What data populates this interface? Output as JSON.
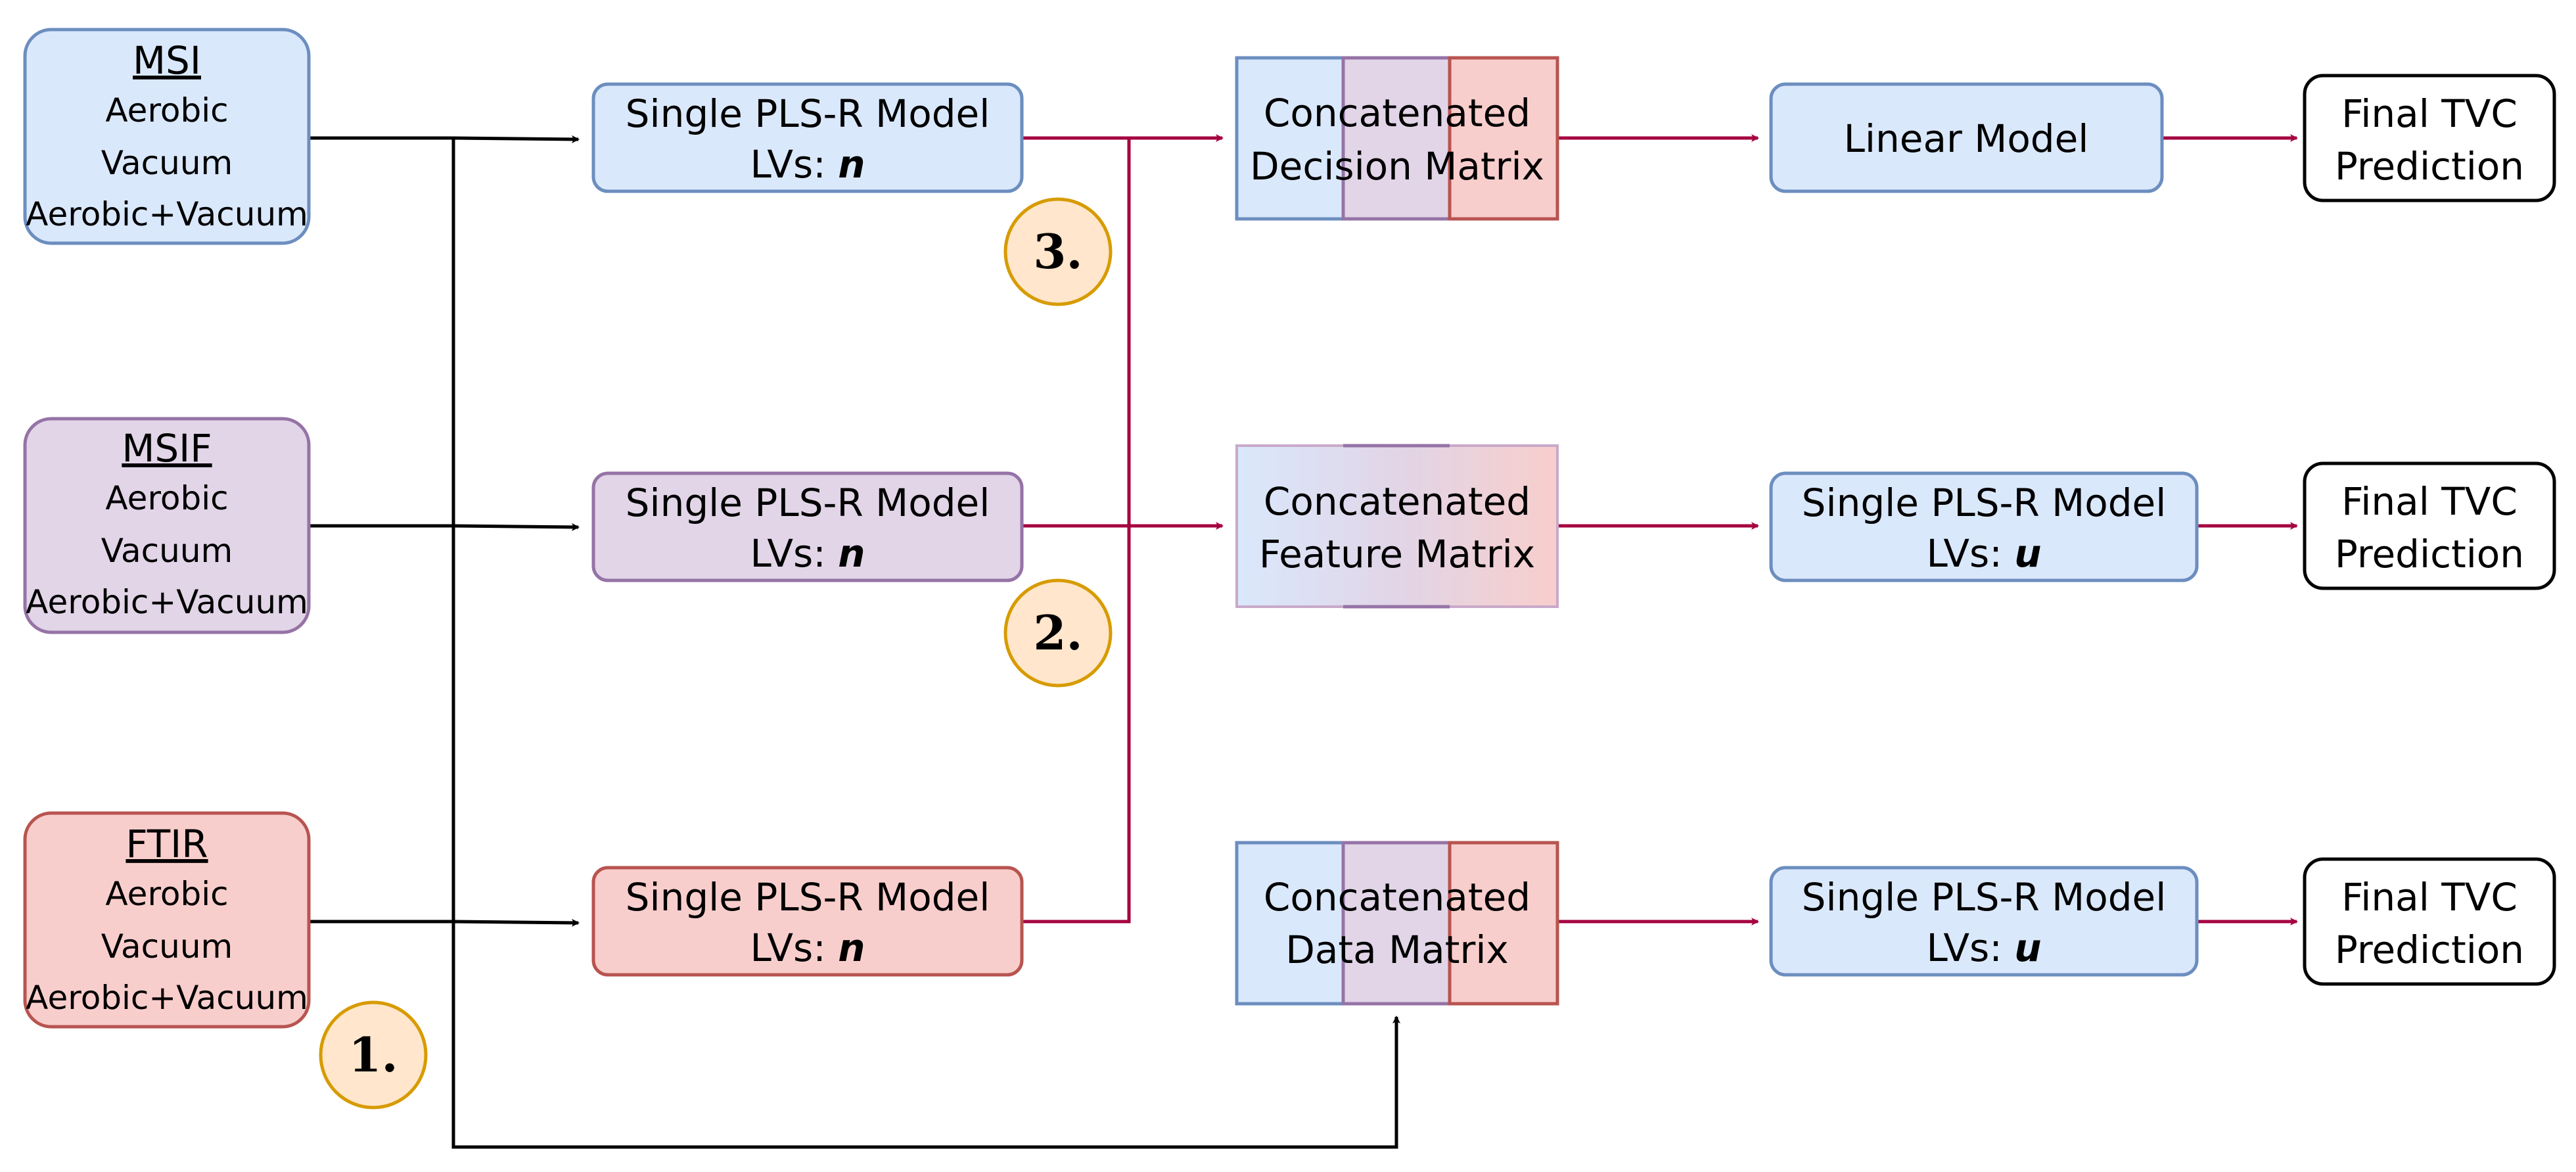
{
  "inputs": [
    {
      "title": "MSI",
      "lines": [
        "Aerobic",
        "Vacuum",
        "Aerobic+Vacuum"
      ],
      "fill": "#dae8fc",
      "stroke": "#6c8ebf"
    },
    {
      "title": "MSIF",
      "lines": [
        "Aerobic",
        "Vacuum",
        "Aerobic+Vacuum"
      ],
      "fill": "#e1d5e7",
      "stroke": "#9673a6"
    },
    {
      "title": "FTIR",
      "lines": [
        "Aerobic",
        "Vacuum",
        "Aerobic+Vacuum"
      ],
      "fill": "#f8cecc",
      "stroke": "#b85450"
    }
  ],
  "pls_models": [
    {
      "label": "Single PLS-R Model",
      "lv_prefix": "LVs: ",
      "lv_var": "n",
      "fill": "#dae8fc",
      "stroke": "#6c8ebf"
    },
    {
      "label": "Single PLS-R Model",
      "lv_prefix": "LVs: ",
      "lv_var": "n",
      "fill": "#e1d5e7",
      "stroke": "#9673a6"
    },
    {
      "label": "Single PLS-R Model",
      "lv_prefix": "LVs: ",
      "lv_var": "n",
      "fill": "#f8cecc",
      "stroke": "#b85450"
    }
  ],
  "matrices": [
    {
      "line1": "Concatenated",
      "line2": "Decision Matrix"
    },
    {
      "line1": "Concatenated",
      "line2": "Feature Matrix"
    },
    {
      "line1": "Concatenated",
      "line2": "Data Matrix"
    }
  ],
  "second_models": [
    {
      "label": "Linear Model"
    },
    {
      "label": "Single PLS-R Model",
      "lv_prefix": "LVs: ",
      "lv_var": "u"
    },
    {
      "label": "Single PLS-R Model",
      "lv_prefix": "LVs: ",
      "lv_var": "u"
    }
  ],
  "outputs": [
    {
      "line1": "Final TVC",
      "line2": "Prediction"
    },
    {
      "line1": "Final TVC",
      "line2": "Prediction"
    },
    {
      "line1": "Final TVC",
      "line2": "Prediction"
    }
  ],
  "badges": [
    "3.",
    "2.",
    "1."
  ],
  "colors": {
    "black_arrow": "#000000",
    "red_arrow": "#a50040",
    "badge_fill": "#ffe6cc",
    "badge_stroke": "#d79b00",
    "blue_fill": "#dae8fc",
    "blue_stroke": "#6c8ebf",
    "purple_fill": "#e1d5e7",
    "purple_stroke": "#9673a6",
    "red_fill": "#f8cecc",
    "red_stroke": "#b85450"
  }
}
